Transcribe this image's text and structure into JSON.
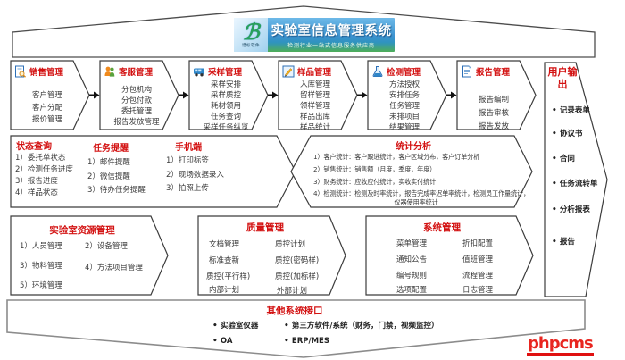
{
  "banner": {
    "title": "实验室信息管理系统",
    "subtitle": "检测行业一站式信息服务供应商",
    "logo_glyph": "ℬ",
    "logo_caption": "谱标软件"
  },
  "process_row": [
    {
      "title": "销售管理",
      "icon": "sales-doc-icon",
      "items": [
        "客户管理",
        "客户分配",
        "报价管理"
      ]
    },
    {
      "title": "客服管理",
      "icon": "customer-service-people-icon",
      "items": [
        "分包机构",
        "分包付款",
        "委托管理",
        "报告发放管理"
      ]
    },
    {
      "title": "采样管理",
      "icon": "sampling-vehicle-icon",
      "items": [
        "采样安排",
        "采样质控",
        "耗材领用",
        "任务查询",
        "采样任务纵览"
      ]
    },
    {
      "title": "样品管理",
      "icon": "sample-pencil-icon",
      "items": [
        "入库管理",
        "留样管理",
        "领样管理",
        "样品出库",
        "样品统计"
      ]
    },
    {
      "title": "检测管理",
      "icon": "test-flask-icon",
      "items": [
        "方法授权",
        "安排任务",
        "任务管理",
        "未排项目",
        "结果管理"
      ]
    },
    {
      "title": "报告管理",
      "icon": "report-doc-icon",
      "items": [
        "报告编制",
        "报告审核",
        "报告发放"
      ]
    }
  ],
  "user_output": {
    "title": "用户输出",
    "items": [
      "记录表单",
      "协议书",
      "合同",
      "任务流转单",
      "分析报表",
      "报告"
    ]
  },
  "middle_row": {
    "status_query": {
      "title": "状态查询",
      "items": [
        "1）委托单状态",
        "2）检测任务进度",
        "3）报告进度",
        "4）样品状态"
      ]
    },
    "task_reminder": {
      "title": "任务提醒",
      "items": [
        "1）邮件提醒",
        "2）微信提醒",
        "3）待办任务提醒"
      ]
    },
    "mobile": {
      "title": "手机端",
      "items": [
        "1）打印标签",
        "2）现场数据录入",
        "3）拍照上传"
      ]
    },
    "statistics": {
      "title": "统计分析",
      "lines": [
        "1）客户统计：客户跟进统计，客户区域分布，客户订单分析",
        "2）销售统计：销售额（月度，季度，年度）",
        "3）财务统计：应收应付统计，实收实付统计",
        "4）检测统计：检测及时率统计，报告完成率迟单率统计，检测员工作量统计，",
        "仪器使用率统计"
      ]
    }
  },
  "resource_row": {
    "lab_resource": {
      "title": "实验室资源管理",
      "col1": [
        "1）人员管理",
        "3）物料管理",
        "5）环境管理"
      ],
      "col2": [
        "2）设备管理",
        "4）方法项目管理"
      ]
    },
    "quality": {
      "title": "质量管理",
      "col1": [
        "文档管理",
        "标准查新",
        "质控(平行样)",
        "内部计划"
      ],
      "col2": [
        "质控计划",
        "质控(密码样)",
        "质控(加标样)",
        "外部计划"
      ]
    },
    "system": {
      "title": "系统管理",
      "col1": [
        "菜单管理",
        "通知公告",
        "编号规则",
        "选项配置"
      ],
      "col2": [
        "折扣配置",
        "值班管理",
        "流程管理",
        "日志管理"
      ]
    }
  },
  "interfaces": {
    "title": "其他系统接口",
    "col1": [
      "实验室仪器",
      "OA"
    ],
    "col2": [
      "第三方软件/系统（财务，门禁，视频监控）",
      "ERP/MES"
    ]
  },
  "watermark": {
    "text": "phpcms"
  },
  "colors": {
    "title_red": "#d31212",
    "banner_blue": "#3c92cf",
    "banner_green": "#4fae58",
    "outline": "#4d4d4d",
    "interface_border": "#8c8c8c",
    "watermark_red": "#e8251f"
  }
}
